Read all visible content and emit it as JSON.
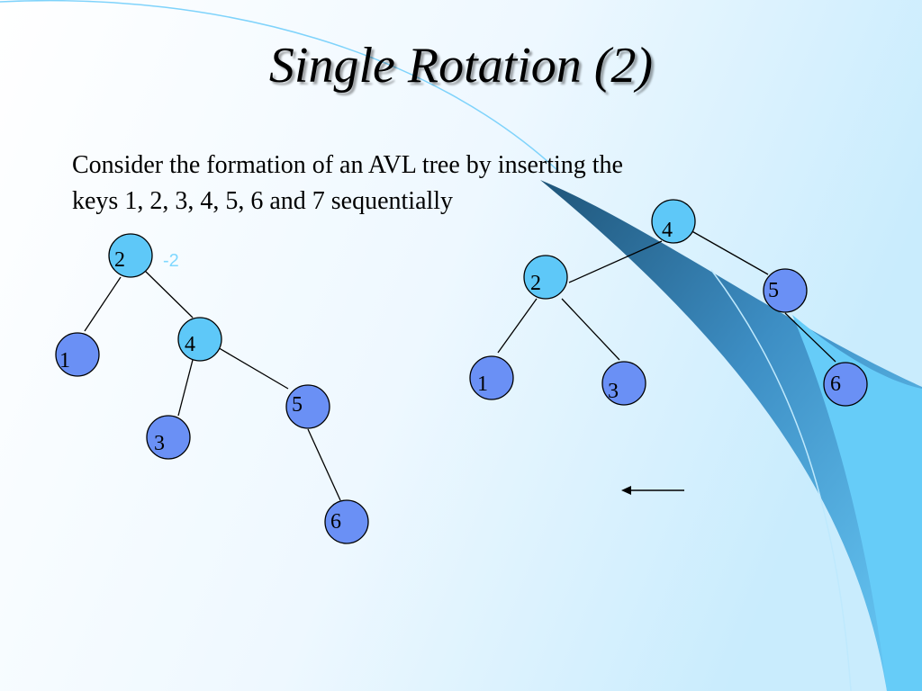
{
  "slide": {
    "title": "Single Rotation (2)",
    "body_line1": "Consider the formation of an AVL tree by inserting the",
    "body_line2": "keys 1, 2, 3, 4, 5, 6 and 7 sequentially"
  },
  "colors": {
    "node_light": "#5ec8f8",
    "node_dark": "#6a90f5",
    "node_stroke": "#000000",
    "edge": "#000000",
    "balance_factor": "#7fd8ff",
    "swoosh_dark": "#2f6f9a",
    "swoosh_light": "#66ccf8"
  },
  "before_tree": {
    "balance_factor": "-2",
    "nodes": [
      {
        "key": "2",
        "fill": "light"
      },
      {
        "key": "1",
        "fill": "dark"
      },
      {
        "key": "4",
        "fill": "light"
      },
      {
        "key": "3",
        "fill": "dark"
      },
      {
        "key": "5",
        "fill": "dark"
      },
      {
        "key": "6",
        "fill": "dark"
      }
    ],
    "edges": [
      [
        "2",
        "1"
      ],
      [
        "2",
        "4"
      ],
      [
        "4",
        "3"
      ],
      [
        "4",
        "5"
      ],
      [
        "5",
        "6"
      ]
    ]
  },
  "after_tree": {
    "nodes": [
      {
        "key": "4",
        "fill": "light"
      },
      {
        "key": "2",
        "fill": "light"
      },
      {
        "key": "5",
        "fill": "dark"
      },
      {
        "key": "1",
        "fill": "dark"
      },
      {
        "key": "3",
        "fill": "dark"
      },
      {
        "key": "6",
        "fill": "dark"
      }
    ],
    "edges": [
      [
        "4",
        "2"
      ],
      [
        "4",
        "5"
      ],
      [
        "2",
        "1"
      ],
      [
        "2",
        "3"
      ],
      [
        "5",
        "6"
      ]
    ]
  },
  "arrow": {
    "direction": "left"
  }
}
